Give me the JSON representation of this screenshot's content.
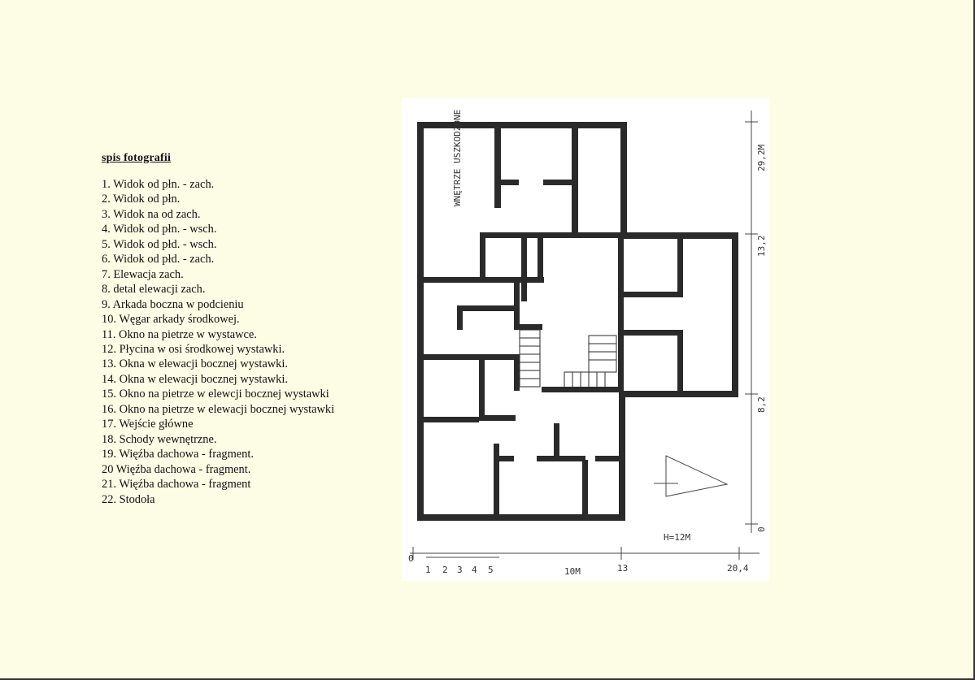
{
  "photo_list": {
    "title": "spis fotografii",
    "items": [
      "1. Widok od płn. - zach.",
      "2. Widok od płn.",
      "3. Widok na od zach.",
      "4. Widok od płn. - wsch.",
      "5. Widok od płd. -  wsch.",
      "6. Widok od płd. - zach.",
      "7. Elewacja zach.",
      "8. detal elewacji zach.",
      "9. Arkada boczna w podcieniu",
      "10. Węgar arkady środkowej.",
      "11. Okno na pietrze w wystawce.",
      "12. Płycina w osi środkowej wystawki.",
      "13. Okna w elewacji bocznej wystawki.",
      "14. Okna w elewacji bocznej wystawki.",
      "15. Okno na pietrze w elewcji bocznej wystawki",
      "16. Okno na pietrze w elewacji bocznej wystawki",
      "17. Wejście główne",
      "18. Schody wewnętrzne.",
      "19. Więźba dachowa - fragment.",
      "20 Więźba dachowa - fragment.",
      "21. Więźba dachowa - fragment",
      "22. Stodoła"
    ]
  },
  "floor_plan": {
    "handwritten_note": "WNĘTRZE USZKODZONE",
    "height_label": "H=12M",
    "scale_labels": [
      "0",
      "1",
      "2",
      "3",
      "4",
      "5",
      "10M",
      "13",
      "20,4"
    ],
    "vertical_dims": [
      "29,2M",
      "13,2",
      "8,2",
      "0"
    ]
  }
}
